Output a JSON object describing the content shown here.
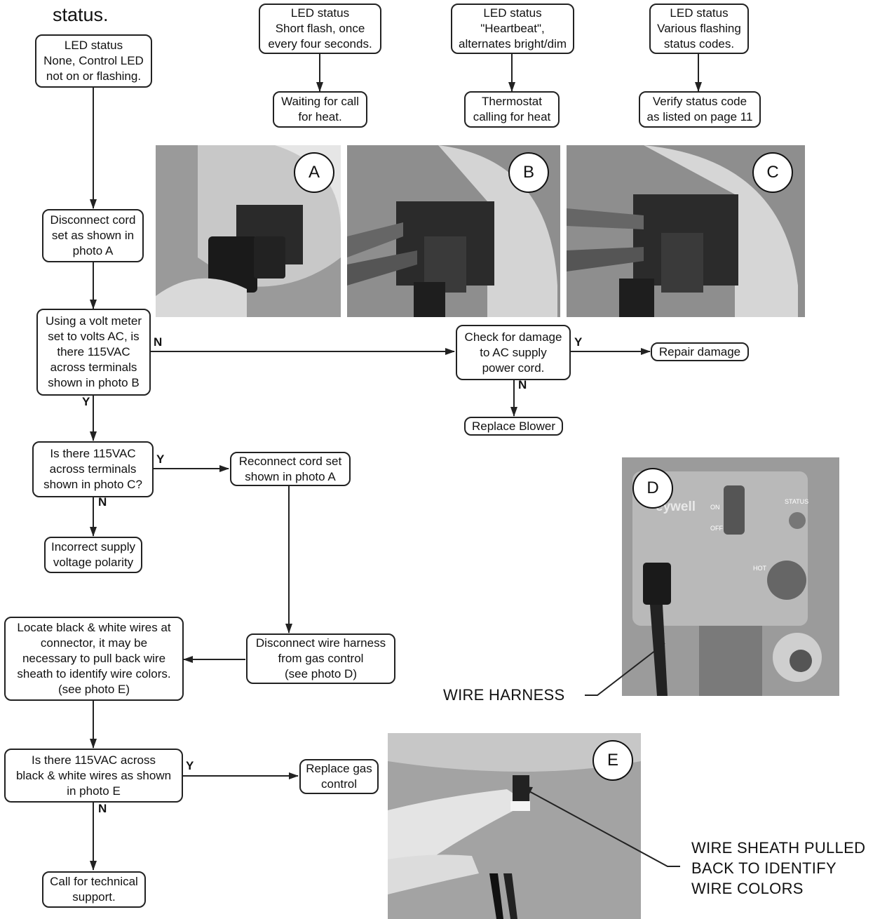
{
  "heading": "status.",
  "nodes": {
    "led_none": [
      "LED status",
      "None, Control LED",
      "not on or flashing."
    ],
    "led_short": [
      "LED status",
      "Short flash, once",
      "every four seconds."
    ],
    "led_heartbeat": [
      "LED status",
      "\"Heartbeat\",",
      "alternates bright/dim"
    ],
    "led_various": [
      "LED status",
      "Various flashing",
      "status codes."
    ],
    "waiting": [
      "Waiting for call",
      "for heat."
    ],
    "thermostat": [
      "Thermostat",
      "calling for heat"
    ],
    "verify": [
      "Verify status code",
      "as listed on page 11"
    ],
    "disconnect_cord": [
      "Disconnect cord",
      "set as shown in",
      "photo A"
    ],
    "volt_meter": [
      "Using a volt meter",
      "set to volts AC, is",
      "there 115VAC",
      "across terminals",
      "shown in photo B"
    ],
    "check_damage": [
      "Check for damage",
      "to AC supply",
      "power cord."
    ],
    "repair": [
      "Repair damage"
    ],
    "replace_blower": [
      "Replace Blower"
    ],
    "photo_c_q": [
      "Is there 115VAC",
      "across terminals",
      "shown in photo C?"
    ],
    "reconnect": [
      "Reconnect cord set",
      "shown in photo A"
    ],
    "incorrect": [
      "Incorrect supply",
      "voltage polarity"
    ],
    "locate": [
      "Locate black & white wires at",
      "connector, it may be",
      "necessary to pull back wire",
      "sheath to identify wire colors.",
      "(see photo E)"
    ],
    "disconnect_harness": [
      "Disconnect wire harness",
      "from gas control",
      "(see photo D)"
    ],
    "bw_q": [
      "Is there 115VAC across",
      "black & white wires as shown",
      "in photo E"
    ],
    "replace_gas": [
      "Replace gas",
      "control"
    ],
    "call_support": [
      "Call for technical",
      "support."
    ]
  },
  "edge_labels": {
    "volt_no": "N",
    "volt_yes": "Y",
    "damage_yes": "Y",
    "damage_no": "N",
    "c_yes": "Y",
    "c_no": "N",
    "bw_yes": "Y",
    "bw_no": "N"
  },
  "photos": {
    "a": "A",
    "b": "B",
    "c": "C",
    "d": "D",
    "e": "E",
    "d_brand": "eywell",
    "d_on": "ON",
    "d_off": "OFF",
    "d_status": "STATUS",
    "d_hot": "HOT"
  },
  "callouts": {
    "wire_harness": "WIRE HARNESS",
    "sheath": [
      "WIRE SHEATH PULLED",
      "BACK TO IDENTIFY",
      "WIRE COLORS"
    ]
  },
  "colors": {
    "line": "#222222",
    "photo_gray": "#8c8c8c"
  }
}
